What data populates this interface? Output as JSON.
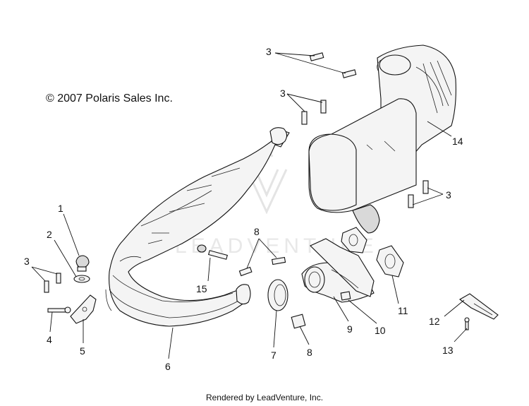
{
  "copyright": "© 2007 Polaris Sales Inc.",
  "footer": "Rendered by LeadVenture, Inc.",
  "watermark": "LEADVENTURE",
  "callouts": {
    "c1": "1",
    "c2": "2",
    "c3a": "3",
    "c3b": "3",
    "c3c": "3",
    "c3d": "3",
    "c4": "4",
    "c5": "5",
    "c6": "6",
    "c7": "7",
    "c8a": "8",
    "c8b": "8",
    "c9": "9",
    "c10": "10",
    "c11": "11",
    "c12": "12",
    "c13": "13",
    "c14": "14",
    "c15": "15"
  }
}
